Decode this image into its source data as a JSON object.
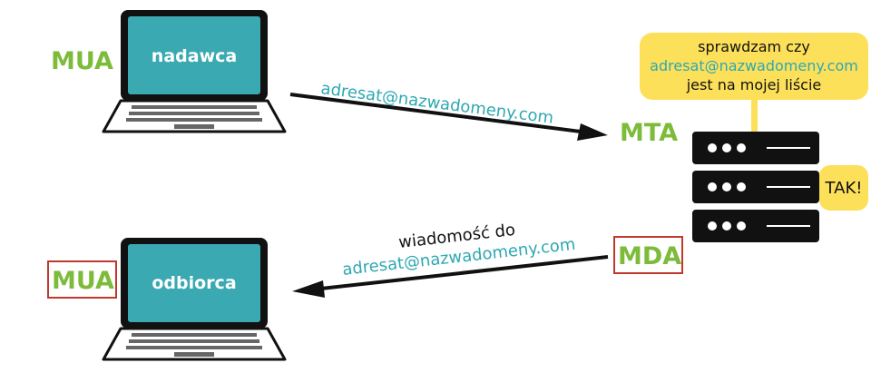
{
  "sender": {
    "role_label": "MUA",
    "screen_label": "nadawca"
  },
  "recipient": {
    "role_label": "MUA",
    "screen_label": "odbiorca"
  },
  "arrow_send": {
    "address": "adresat@nazwadomeny.com"
  },
  "arrow_deliver": {
    "line1": "wiadomość do",
    "address": "adresat@nazwadomeny.com"
  },
  "server": {
    "mta_label": "MTA",
    "mda_label": "MDA"
  },
  "bubble_check": {
    "line1": "sprawdzam czy",
    "line2": "adresat@nazwadomeny.com",
    "line3": "jest na mojej liście"
  },
  "bubble_answer": {
    "text": "TAK!"
  },
  "colors": {
    "green": "#7dbb3a",
    "teal": "#2ea8b2",
    "yellow": "#fde05a",
    "dark": "#111111",
    "highlight_box": "#c0392b"
  }
}
